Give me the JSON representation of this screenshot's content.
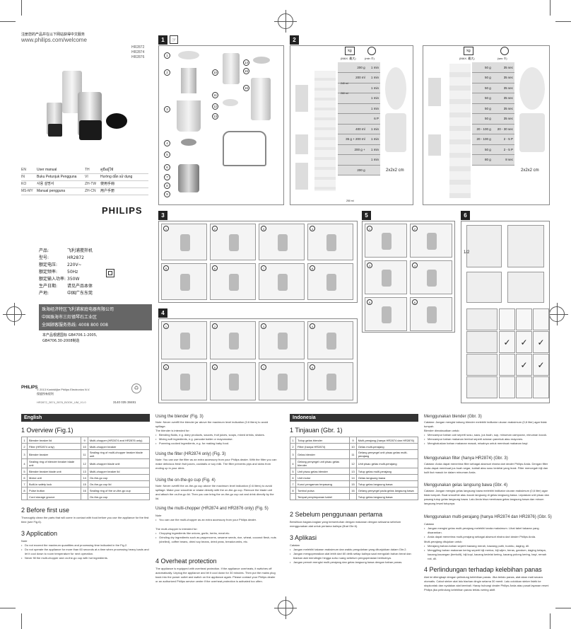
{
  "cover": {
    "instruction": "注册您的产品并在以下网站获得中文服务",
    "url": "www.philips.com/welcome",
    "models": [
      "HR2872",
      "HR2874",
      "HR2876"
    ],
    "brand": "PHILIPS",
    "languages": [
      {
        "code": "EN",
        "name": "User manual"
      },
      {
        "code": "TH",
        "name": "คู่มือผู้ใช้"
      },
      {
        "code": "IN",
        "name": "Buku Petunjuk Pengguna"
      },
      {
        "code": "VI",
        "name": "Hướng dẫn sử dụng"
      },
      {
        "code": "KO",
        "name": "사용 설명서"
      },
      {
        "code": "ZH-TW",
        "name": "使用手冊"
      },
      {
        "code": "MS-MY",
        "name": "Manual pengguna"
      },
      {
        "code": "ZH-CN",
        "name": "用户手册"
      }
    ],
    "spec_cn": [
      {
        "k": "产品:",
        "v": "飞利浦搅拌机"
      },
      {
        "k": "型号:",
        "v": "HR2872"
      },
      {
        "k": "额定电压:",
        "v": "220V~"
      },
      {
        "k": "额定频率:",
        "v": "50Hz"
      },
      {
        "k": "额定输入功率:",
        "v": "350W"
      },
      {
        "k": "生产日期:",
        "v": "请见产品本体"
      },
      {
        "k": "产地:",
        "v": "中国广东东莞"
      }
    ],
    "company": [
      "珠海经济特区飞利浦家庭电器有限公司",
      "中国珠海市三灶镇琴石工业区",
      "全国顾客服务热线: 4008 800 008"
    ],
    "standard": [
      "本产品根据国标 GB4706.1-2005,",
      "GB4706.30-2008制造"
    ],
    "copyright": [
      "© 2013 Koninklijke Philips Electronics N.V.",
      "保留所有权利"
    ],
    "doc_code": "HR2872_2874_2876_BOOK_UM_V1.0",
    "part_no": "3140 035 38481"
  },
  "figures": {
    "fig1": "1",
    "fig2": "2",
    "fig3": "3",
    "fig4": "4",
    "fig5": "5",
    "fig6": "6",
    "fig1_callouts": [
      "1",
      "2",
      "3",
      "4",
      "5",
      "6",
      "7",
      "8",
      "9",
      "10",
      "11",
      "12",
      "13",
      "14",
      "15",
      "16"
    ],
    "fig2_header": {
      "max": "(MAX. 最大)",
      "min": "(min ⑦)",
      "sec": "(sec ⑦)"
    },
    "fig2_left_rows": [
      {
        "g": "200 g",
        "t": "1 min"
      },
      {
        "g": "200 ml",
        "t": "1 min"
      },
      {
        "g": "",
        "t": "1 min"
      },
      {
        "g": "",
        "t": "1 min"
      },
      {
        "g": "",
        "t": "1 min"
      },
      {
        "g": "",
        "t": "6 P"
      },
      {
        "g": "400 ml",
        "t": "1 min"
      },
      {
        "g": "35 g + 200 ml",
        "t": "1 min"
      },
      {
        "g": "200 g +",
        "t": "1 min"
      },
      {
        "g": "",
        "t": "1 min"
      },
      {
        "g": "200 g",
        "t": ""
      }
    ],
    "fig2_right_rows": [
      {
        "g": "50 g",
        "t": "35 sec"
      },
      {
        "g": "50 g",
        "t": "35 sec"
      },
      {
        "g": "50 g",
        "t": "35 sec"
      },
      {
        "g": "50 g",
        "t": "35 sec"
      },
      {
        "g": "50 g",
        "t": "35 sec"
      },
      {
        "g": "50 g",
        "t": "35 sec"
      },
      {
        "g": "20 - 100 g",
        "t": "20 - 30 sec"
      },
      {
        "g": "20 - 100 g",
        "t": "2 - 5 P"
      },
      {
        "g": "50 g",
        "t": "2 - 5 P"
      },
      {
        "g": "80 g",
        "t": "8 sec"
      }
    ],
    "fig2_notes": [
      "240 ml",
      "260 ml",
      "400 ml",
      "250 ml",
      "2x2x2 cm",
      "2x2x2 cm"
    ],
    "fig6_fraction": "1/2"
  },
  "english": {
    "tab": "English",
    "s1": "1   Overview (Fig.1)",
    "overview": [
      [
        "1",
        "Blender beaker lid",
        "9",
        "Multi-chopper (HR2874 and HR2876 only)"
      ],
      [
        "2",
        "Filter (HR2874 only)",
        "10",
        "Multi-chopper beaker"
      ],
      [
        "3",
        "Blender beaker",
        "11",
        "Sealing ring of multi-chopper beaker blade unit"
      ],
      [
        "4",
        "Sealing ring of blender beaker blade unit",
        "12",
        "Multi-chopper blade unit"
      ],
      [
        "5",
        "Blender beaker blade unit",
        "13",
        "Multi-chopper beaker lid"
      ],
      [
        "6",
        "Motor unit",
        "14",
        "On-the-go cup"
      ],
      [
        "7",
        "Built-in safety lock",
        "15",
        "On-the-go cup lid"
      ],
      [
        "8",
        "Pulse button",
        "16",
        "Sealing ring of the on-the-go cup"
      ],
      [
        "",
        "Cord storage groove",
        "",
        "On-the-go cup"
      ]
    ],
    "s2": "2   Before first use",
    "s2_text": "Thoroughly clean the parts that will come in contact with food before you use the appliance for the first time (see Fig.6).",
    "s3": "3   Application",
    "s3_note": "Note",
    "s3_items": [
      "Do not exceed the maximum quantities and processing time indicated in the Fig.2.",
      "Do not operate the appliance for more than 60 seconds at a time when processing heavy loads and let it cool down to room temperature for next operation.",
      "Never fill the multi-chopper and on-the-go cup with hot ingredients."
    ],
    "blender_h": "Using the blender (Fig. 3)",
    "blender_text": "Note: Never overfill the blender jar above the maximum level indication (0.6 liters) to avoid spillage.",
    "blender_intro": "The blender is intended for:",
    "blender_items": [
      "Blending fluids, e.g. dairy products, sauces, fruit juices, soups, mixed drinks, shakes.",
      "Mixing soft ingredients, e.g. pancake batter or mayonnaise.",
      "Pureeing cooked ingredients, e.g. for making baby food."
    ],
    "filter_h": "Using the filter (HR2874 only) (Fig. 3)",
    "filter_text": "Note: You can use the filter as an extra accessory from your Philips dealer. With the filter you can make delicious fresh fruit juices, cocktails or soy milk. The filter prevents pips and skins from ending up in your drink.",
    "onthego_h": "Using the on-the-go cup (Fig. 4)",
    "onthego_text": "Note: Never overfill the on-the-go cup above the maximum level indication (0.6 liters) to avoid spillage. Make your smoothie or shake directly with the on-the-go cup. Remove the blade unit and attach the on-the-go lid. Then you can bring the on-the-go cup out and drink directly by the lid.",
    "multi_h": "Using the multi-chopper (HR2874 and HR2876 only) (Fig. 5)",
    "multi_note": "Note",
    "multi_items": [
      "You can use the multi-chopper as an extra accessory from your Philips dealer.",
      "Chopping ingredients like onions, garlic, herbs, meat etc.",
      "Grinding dry ingredients such as peppercorns, sesame seeds, rice, wheat, coconut flesh, nuts (shelled), coffee beans, dried soy beans, dried peas, breadcrumbs, etc."
    ],
    "multi_intro": "The multi-chopper is intended for:",
    "s4": "4   Overheat protection",
    "s4_text": "The appliance is equipped with overheat protection. If the appliance overheats, it switches off automatically. Unplug the appliance and let it cool down for 30 minutes. Then put the mains plug back into the power outlet and switch on the appliance again. Please contact your Philips dealer or an authorized Philips service center if the overheat protection is activated too often."
  },
  "indonesia": {
    "tab": "Indonesia",
    "s1": "1   Tinjauan (Gbr. 1)",
    "overview": [
      [
        "1",
        "Tutup gelas blender",
        "9",
        "Multi-perajang (hanya HR2874 dan HR2876)"
      ],
      [
        "2",
        "Filter (hanya HR2874)",
        "10",
        "Gelas multi-perajang"
      ],
      [
        "3",
        "Gelas blender",
        "11",
        "Gelang penyegel unit pisau gelas multi-perajang"
      ],
      [
        "4",
        "Gelang penyegel unit pisau gelas blender",
        "12",
        "Unit pisau gelas multi-perajang"
      ],
      [
        "5",
        "Unit pisau gelas blender",
        "13",
        "Tutup gelas multi-perajang"
      ],
      [
        "6",
        "Unit motor",
        "14",
        "Gelas langsung bawa"
      ],
      [
        "7",
        "Kunci pengaman terpasang",
        "15",
        "Tutup gelas langsung bawa"
      ],
      [
        "8",
        "Tombol pulsa",
        "16",
        "Gelang penyegel pada gelas langsung bawa"
      ],
      [
        "",
        "Tempat penyimpanan kabel",
        "",
        "Tutup gelas langsung bawa"
      ]
    ],
    "s2": "2   Sebelum penggunaan pertama",
    "s2_text": "Bersihkan bagian-bagian yang bersentuhan dengan makanan dengan seksama sebelum menggunakan alat untuk pertama kalinya (lihat Gbr.6).",
    "s3": "3   Aplikasi",
    "s3_note": "Catatan",
    "s3_items": [
      "Jangan melebihi takaran maksimum dan waktu pengolahan yang ditunjukkan dalam Gbr.2.",
      "Jangan mengoperasikan alat lebih dari 60 detik setiap kalinya saat mengolah bahan berat dan biarkan alat mendingin hingga suhu ruang sebelum pengoperasian berikutnya.",
      "Jangan pernah mengisi multi-perajang dan gelas langsung bawa dengan bahan panas."
    ],
    "blender_h": "Menggunakan blender (Gbr. 3)",
    "blender_text": "Catatan: Jangan mengisi tabung blender melebihi indikator ukuran maksimum (0,6 liter) agar tidak tumpah.",
    "blender_intro": "Blender dimaksudkan untuk:",
    "blender_items": [
      "Mencampur bahan cair seperti susu, saus, jus buah, sup, minuman campuran, minuman kocok.",
      "Mencampur bahan makanan lembut seperti adonan panekuk atau mayones.",
      "Menghaluskan bahan makanan masak, misalnya untuk membuat makanan bayi."
    ],
    "filter_h": "Menggunakan filter (hanya HR2874) (Gbr. 3)",
    "filter_text": "Catatan: Anda dapat menerima filter sebagai aksesori ekstra dari dealer Philips Anda. Dengan filter Anda dapat membuat jus buah segar, koktail atau susu kedelai yang lezat. Filter mencegah biji dan kulit ikut masuk ke dalam minuman Anda.",
    "onthego_h": "Menggunakan gelas langsung bawa (Gbr. 4)",
    "onthego_text": "Catatan: Jangan mengisi gelas langsung bawa melebihi indikator ukuran maksimum (0,6 liter) agar tidak tumpah. Buat smoothie atau kocok langsung di gelas langsung bawa. Lepaskan unit pisau dan pasang tutup gelas langsung bawa. Lalu Anda bisa membawa gelas langsung bawa dan minum langsung lewat tutupnya.",
    "multi_h": "Menggunakan multi-perajang (hanya HR2874 dan HR2876) (Gbr. 5)",
    "multi_note": "Catatan",
    "multi_items": [
      "Jangan mengisi gelas multi-perajang melebihi tanda maksimum. Lihat tabel takaran yang disarankan.",
      "Anda dapat menerima multi-perajang sebagai aksesori ekstra dari dealer Philips Anda."
    ],
    "multi_intro": "Multi-perajang ditujukan untuk:",
    "multi_items2": [
      "Merajang bahan-bahan seperti bawang merah, bawang putih, bumbu, daging, dll.",
      "Menggiling bahan makanan kering seperti biji merica, biji wijen, beras, gandum, daging kelapa, kacang-kacangan (berkulit), biji kopi, kacang kedelai kering, kacang polong kering, bayi, remah roti, dll."
    ],
    "s4": "4   Perlindungan terhadap kelebihan panas",
    "s4_text": "Alat ini dilengkapi dengan pelindung kelebihan panas. Jika terlalu panas, alat akan mati secara otomatis. Cabut steker alat lalu biarkan dingin selama 30 menit. Lalu colokkan steker listrik ke stopkontak dan nyalakan alat kembali. Harap hubungi dealer Philips Anda atau pusat layanan resmi Philips jika pelindung kelebihan panas terlalu sering aktif."
  }
}
